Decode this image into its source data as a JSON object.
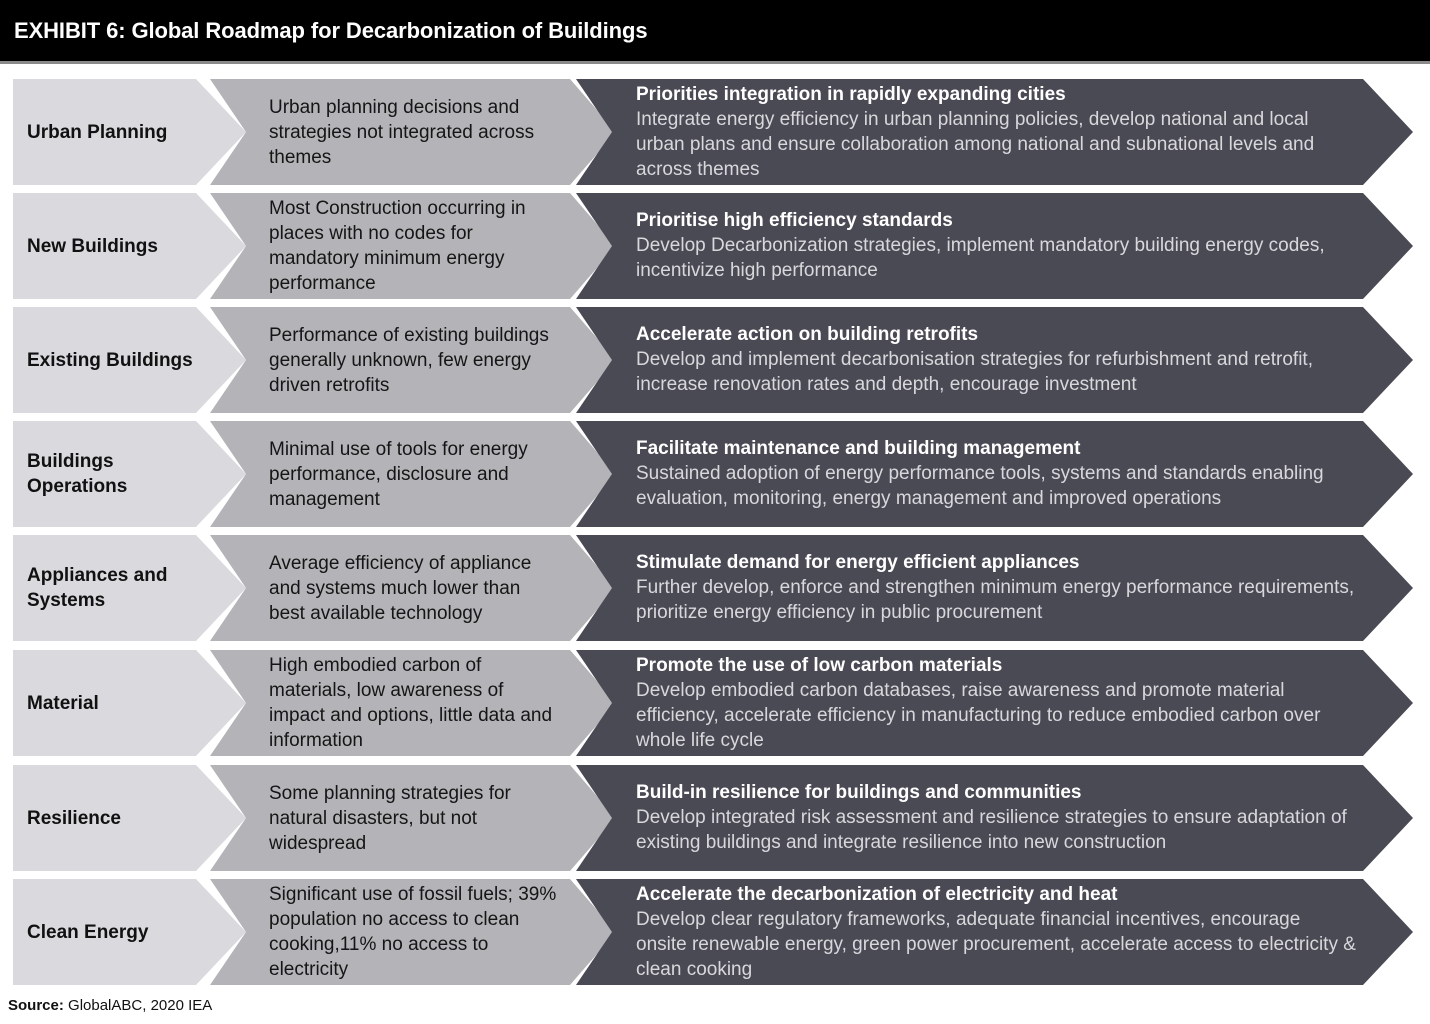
{
  "title": "EXHIBIT 6: Global Roadmap for Decarbonization of Buildings",
  "colors": {
    "title_bg": "#000000",
    "column1": "#d9d9de",
    "column2": "#b4b4b8",
    "column3": "#4a4a55"
  },
  "rows": [
    {
      "category": "Urban Planning",
      "current_state": "Urban planning decisions and strategies not integrated across themes",
      "action_title": "Priorities integration in rapidly expanding cities",
      "action_text": "Integrate energy efficiency in urban planning policies, develop national and local urban plans and ensure collaboration among national and subnational levels and across themes"
    },
    {
      "category": "New Buildings",
      "current_state": "Most Construction occurring in places with no codes for mandatory minimum energy performance",
      "action_title": "Prioritise high efficiency standards",
      "action_text": "Develop Decarbonization strategies, implement mandatory building energy codes, incentivize high performance"
    },
    {
      "category": "Existing Buildings",
      "current_state": "Performance of existing buildings generally unknown, few energy driven retrofits",
      "action_title": "Accelerate action on building retrofits",
      "action_text": "Develop and implement decarbonisation strategies for refurbishment and retrofit, increase renovation rates and depth, encourage investment"
    },
    {
      "category": "Buildings Operations",
      "current_state": "Minimal use of tools for energy performance, disclosure and management",
      "action_title": "Facilitate maintenance and building management",
      "action_text": "Sustained adoption of energy performance tools, systems and standards enabling evaluation, monitoring, energy management and improved operations"
    },
    {
      "category": "Appliances and Systems",
      "current_state": "Average efficiency of appliance and systems much lower than best available technology",
      "action_title": "Stimulate demand for energy efficient appliances",
      "action_text": "Further develop, enforce and strengthen minimum energy performance requirements, prioritize energy efficiency in public procurement"
    },
    {
      "category": "Material",
      "current_state": "High embodied carbon of materials, low awareness of impact and options, little data and information",
      "action_title": "Promote the use of low carbon materials",
      "action_text": "Develop embodied carbon databases, raise awareness and promote material efficiency, accelerate efficiency in manufacturing to reduce embodied carbon over whole life cycle"
    },
    {
      "category": "Resilience",
      "current_state": "Some planning strategies for natural disasters, but not widespread",
      "action_title": "Build-in resilience for buildings and communities",
      "action_text": "Develop integrated risk assessment and resilience strategies to ensure adaptation of existing buildings and integrate resilience into new construction"
    },
    {
      "category": "Clean Energy",
      "current_state": "Significant use of fossil fuels; 39% population no access to clean cooking,11% no access to electricity",
      "action_title": "Accelerate the decarbonization of electricity and heat",
      "action_text": "Develop clear regulatory frameworks, adequate financial incentives, encourage onsite renewable energy, green power procurement, accelerate access to electricity & clean cooking"
    }
  ],
  "source": {
    "label": "Source:",
    "text": " GlobalABC, 2020 IEA"
  }
}
